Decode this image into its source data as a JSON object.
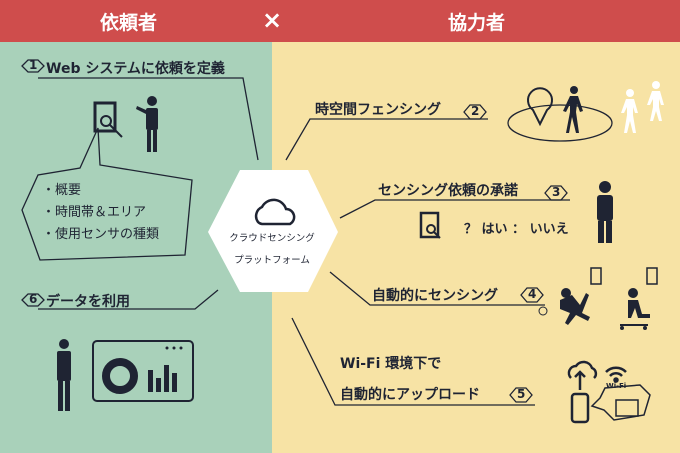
{
  "header": {
    "left": "依頼者",
    "cross": "×",
    "right": "協力者"
  },
  "platform": {
    "line1": "クラウドセンシング",
    "line2": "プラットフォーム"
  },
  "requester": {
    "step1": {
      "num": "1",
      "label": "Web システムに依頼を定義"
    },
    "bullets": [
      "・概要",
      "・時間帯＆エリア",
      "・使用センサの種類"
    ],
    "step6": {
      "num": "6",
      "label": "データを利用"
    }
  },
  "collaborator": {
    "step2": {
      "num": "2",
      "label": "時空間フェンシング"
    },
    "step3": {
      "num": "3",
      "label": "センシング依頼の承諾",
      "prompt": "？ はい ： いいえ"
    },
    "step4": {
      "num": "4",
      "label": "自動的にセンシング"
    },
    "step5": {
      "num": "5",
      "line1": "Wi-Fi 環境下で",
      "line2": "自動的にアップロード",
      "wifi": "Wi-Fi"
    }
  },
  "colors": {
    "header": "#cf4d4c",
    "left": "#a9d1ba",
    "right": "#f7e3a5",
    "ink": "#1f2433"
  }
}
